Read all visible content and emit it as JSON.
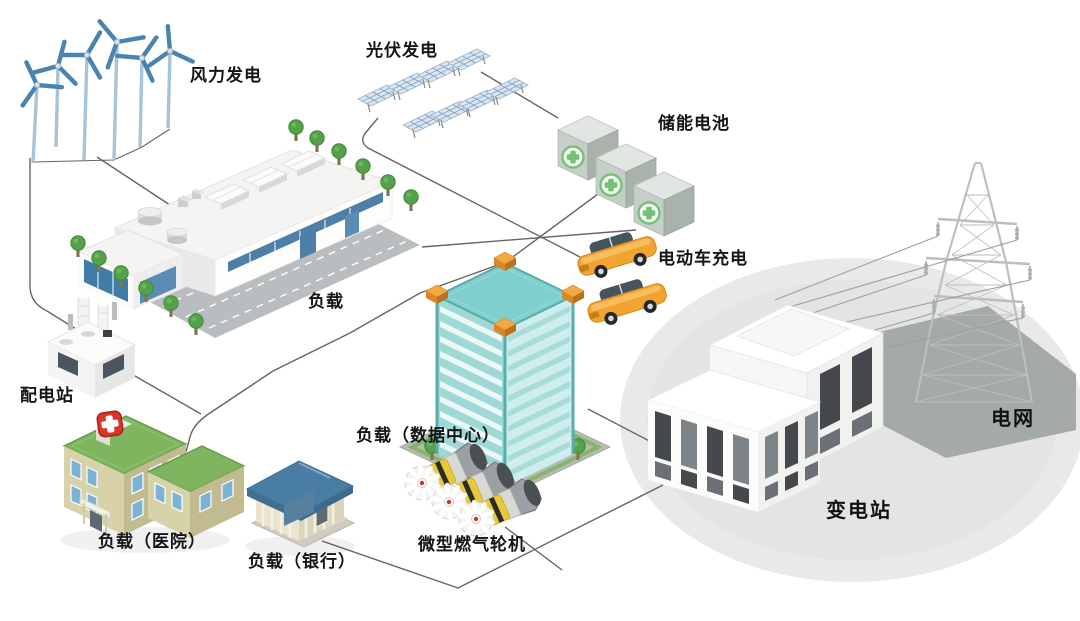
{
  "scene": {
    "type": "isometric-microgrid-diagram",
    "background": "#ffffff",
    "description_visible_elements": "wind turbines, solar panels, storage batteries, electric cars, factory with parking, distribution station, hospital, bank, data-center tower, micro gas turbines, substation on ellipse pad, transmission tower"
  },
  "labels": {
    "wind": "风力发电",
    "solar": "光伏发电",
    "storage": "储能电池",
    "ev_charging": "电动车充电",
    "load_factory": "负载",
    "distribution_station": "配电站",
    "load_hospital": "负载（医院）",
    "load_bank": "负载（银行）",
    "load_datacenter": "负载（数据中心）",
    "micro_gas_turbine": "微型燃气轮机",
    "substation": "变电站",
    "power_grid": "电网"
  },
  "components": [
    {
      "id": "wind-farm",
      "label": "风力发电",
      "count": 6
    },
    {
      "id": "solar-array",
      "label": "光伏发电",
      "count": 8
    },
    {
      "id": "storage-battery",
      "label": "储能电池",
      "count": 3
    },
    {
      "id": "ev-charging",
      "label": "电动车充电",
      "count": 2
    },
    {
      "id": "factory-load",
      "label": "负载"
    },
    {
      "id": "distribution-station",
      "label": "配电站"
    },
    {
      "id": "hospital-load",
      "label": "负载（医院）"
    },
    {
      "id": "bank-load",
      "label": "负载（银行）"
    },
    {
      "id": "datacenter-load",
      "label": "负载（数据中心）"
    },
    {
      "id": "micro-gas-turbine",
      "label": "微型燃气轮机",
      "count": 3
    },
    {
      "id": "substation",
      "label": "变电站"
    },
    {
      "id": "grid-tower",
      "label": "电网"
    }
  ],
  "connections": [
    [
      "风力发电",
      "配电站"
    ],
    [
      "风力发电",
      "负载"
    ],
    [
      "光伏发电",
      "电动车充电"
    ],
    [
      "光伏发电",
      "储能电池"
    ],
    [
      "负载",
      "储能电池"
    ],
    [
      "储能电池",
      "负载（数据中心）"
    ],
    [
      "储能电池",
      "负载（医院）"
    ],
    [
      "配电站",
      "负载（医院）"
    ],
    [
      "负载（银行）",
      "变电站"
    ],
    [
      "微型燃气轮机",
      "变电站"
    ],
    [
      "负载（数据中心）",
      "变电站"
    ],
    [
      "电网",
      "变电站"
    ]
  ],
  "palette": {
    "turbine_blade_blue": "#4a83ad",
    "pole_blue": "#a6c3d9",
    "solar_panel": "#d9e6f0",
    "solar_grid": "#7d9cbd",
    "battery_green": "#74c074",
    "car_orange": "#f1a42f",
    "hospital_roof_green": "#7fb55e",
    "hospital_wall_tan": "#d8d2a8",
    "bank_roof_blue": "#4a7da3",
    "datacenter_teal": "#8fd2d0",
    "cap_orange": "#f2a843",
    "factory_window_blue": "#4d7fa8",
    "parking_gray": "#b9bdbf",
    "connection_line": "#6b645e",
    "ellipse_pad": "#e9e9e9",
    "slab_gray": "#a4aba6",
    "tower_gray": "#b9bfc3",
    "label_color": "#151515"
  }
}
